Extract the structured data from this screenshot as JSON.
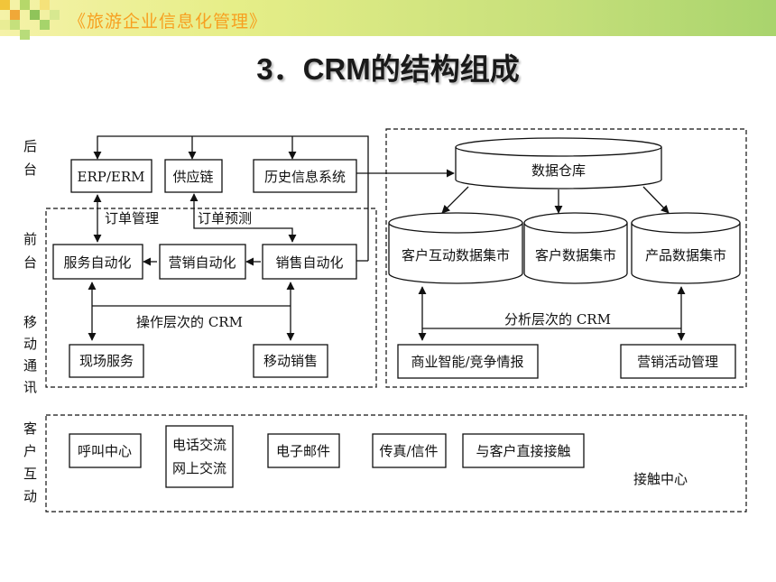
{
  "header": {
    "course_title": "《旅游企业信息化管理》"
  },
  "slide": {
    "title": "3．CRM的结构组成"
  },
  "side_labels": {
    "backend": [
      "后",
      "台"
    ],
    "frontend": [
      "前",
      "台"
    ],
    "mobile": [
      "移",
      "动",
      "通",
      "讯"
    ],
    "customer": [
      "客",
      "户",
      "互",
      "动"
    ]
  },
  "backend": {
    "erp": "ERP/ERM",
    "supply_chain": "供应链",
    "history": "历史信息系统"
  },
  "frontend": {
    "order_mgmt": "订单管理",
    "order_forecast": "订单预测",
    "service_auto": "服务自动化",
    "marketing_auto": "营销自动化",
    "sales_auto": "销售自动化",
    "operational_label": "操作层次的 CRM",
    "field_service": "现场服务",
    "mobile_sales": "移动销售"
  },
  "analytical": {
    "warehouse": "数据仓库",
    "mart_interaction": "客户互动数据集市",
    "mart_customer": "客户数据集市",
    "mart_product": "产品数据集市",
    "label": "分析层次的 CRM",
    "bi": "商业智能/竞争情报",
    "campaign": "营销活动管理"
  },
  "contact": {
    "call_center": "呼叫中心",
    "phone_line1": "电话交流",
    "phone_line2": "网上交流",
    "email": "电子邮件",
    "fax": "传真/信件",
    "direct": "与客户直接接触",
    "center_label": "接触中心"
  }
}
